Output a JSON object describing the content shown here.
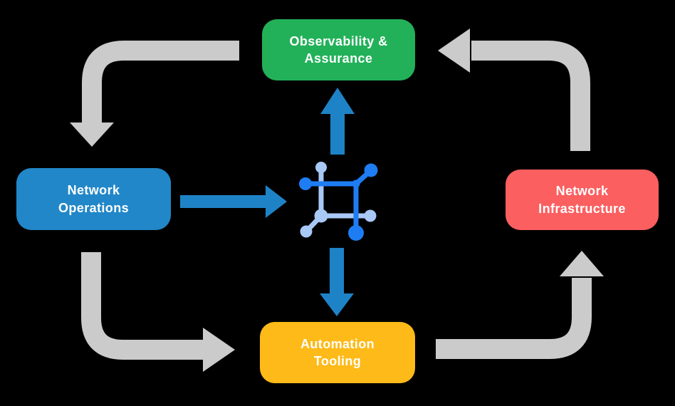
{
  "background": "#000000",
  "nodes": [
    {
      "id": "observability-assurance",
      "label": "Observability &\nAssurance",
      "color": "#22B159"
    },
    {
      "id": "network-operations",
      "label": "Network\nOperations",
      "color": "#2187C8"
    },
    {
      "id": "network-infrastructure",
      "label": "Network\nInfrastructure",
      "color": "#FB5F60"
    },
    {
      "id": "automation-tooling",
      "label": "Automation\nTooling",
      "color": "#FDBA18"
    }
  ],
  "center_icon": {
    "name": "network-mesh-icon",
    "dark_color": "#1E7DF2",
    "light_color": "#A8C8F6"
  },
  "arrows": {
    "cycle_color": "#CBCBCB",
    "flow_color": "#1E83C6",
    "cycle": [
      {
        "from": "observability-assurance",
        "to": "network-operations"
      },
      {
        "from": "network-operations",
        "to": "automation-tooling"
      },
      {
        "from": "automation-tooling",
        "to": "network-infrastructure"
      },
      {
        "from": "network-infrastructure",
        "to": "observability-assurance"
      }
    ],
    "flows": [
      {
        "from": "network-operations",
        "to": "center-icon"
      },
      {
        "from": "center-icon",
        "to": "observability-assurance"
      },
      {
        "from": "center-icon",
        "to": "automation-tooling"
      }
    ]
  }
}
